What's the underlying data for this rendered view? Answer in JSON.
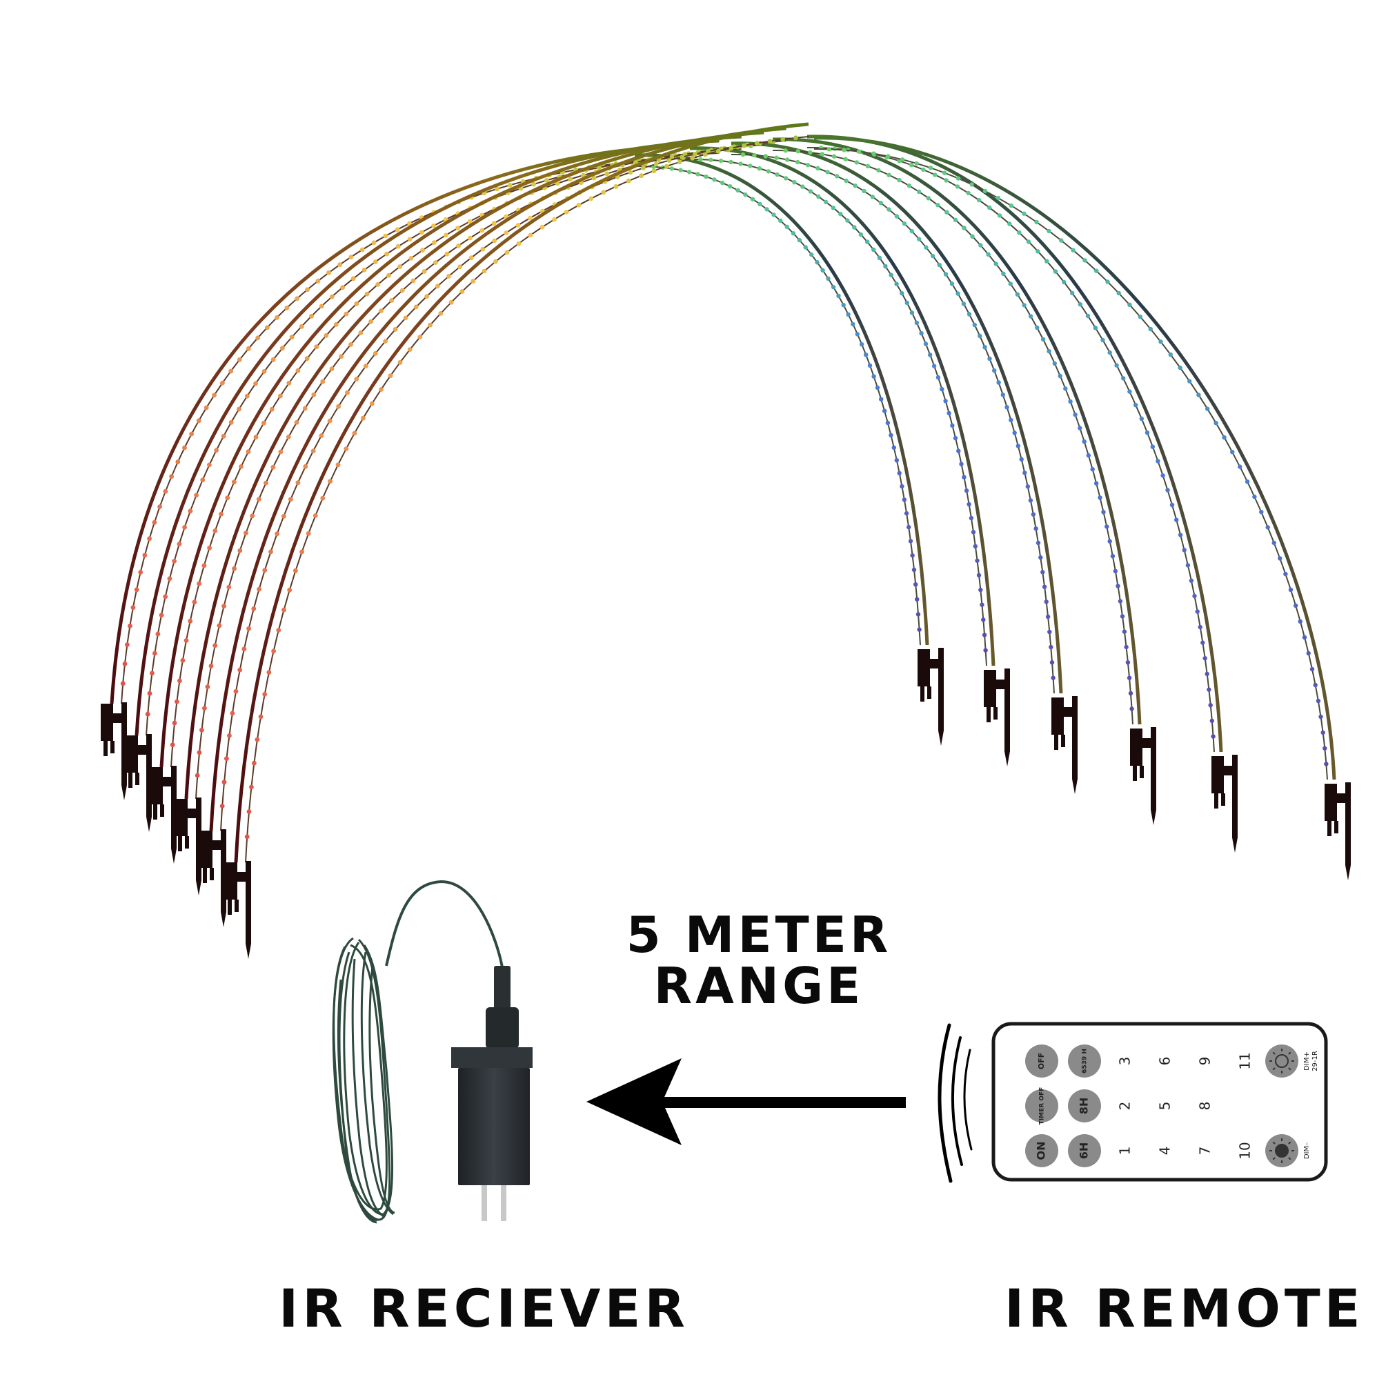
{
  "labels": {
    "range_line1": "5 METER",
    "range_line2": "RANGE",
    "receiver": "IR RECIEVER",
    "remote": "IR REMOTE"
  },
  "arches": {
    "count": 12,
    "groups": [
      {
        "name": "warm-front-arches",
        "count": 6,
        "colors_top_to_bottom": [
          "#9ac43a",
          "#f2c94a",
          "#e89050",
          "#e0504a"
        ]
      },
      {
        "name": "cool-back-arches",
        "count": 6,
        "colors_top_to_bottom": [
          "#6fd060",
          "#4fc2a0",
          "#4a7ad8",
          "#5a4aa8"
        ]
      }
    ],
    "stake_color": "#1a0a0a",
    "wire_color": "#5a3a1a"
  },
  "receiver": {
    "cable_color": "#2e4a3e",
    "adapter_color": "#2a2f33",
    "prong_color": "#c8c8c8"
  },
  "arrow": {
    "direction": "left",
    "color": "#000000"
  },
  "remote": {
    "signal_icon": "ir-signal-waves-icon",
    "round_buttons": [
      {
        "id": "off",
        "label": "OFF"
      },
      {
        "id": "speed",
        "label": "6539 H"
      },
      {
        "id": "timer-off",
        "label": "TIMER OFF"
      },
      {
        "id": "8h",
        "label": "8H"
      },
      {
        "id": "on",
        "label": "ON"
      },
      {
        "id": "6h",
        "label": "6H"
      }
    ],
    "number_buttons": [
      "1",
      "2",
      "3",
      "4",
      "5",
      "6",
      "7",
      "8",
      "9",
      "10",
      "11"
    ],
    "dim_up": {
      "label": "DIM+",
      "model": "29-1R"
    },
    "dim_down": {
      "label": "DIM–"
    },
    "button_color": "#8a8a8a"
  }
}
